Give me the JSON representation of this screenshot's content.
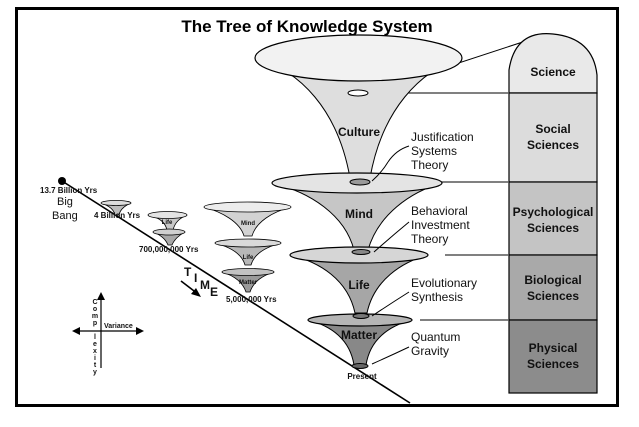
{
  "title": "The Tree of Knowledge System",
  "bands": [
    {
      "label": "Science",
      "color": "#e9e9e9"
    },
    {
      "label": "Social Sciences",
      "lines": [
        "Social",
        "Sciences"
      ],
      "color": "#dcdcdc"
    },
    {
      "label": "Psychological Sciences",
      "lines": [
        "Psychological",
        "Sciences"
      ],
      "color": "#c4c4c4"
    },
    {
      "label": "Biological Sciences",
      "lines": [
        "Biological",
        "Sciences"
      ],
      "color": "#a9a9a9"
    },
    {
      "label": "Physical Sciences",
      "lines": [
        "Physical",
        "Sciences"
      ],
      "color": "#8c8c8c"
    }
  ],
  "funnels": [
    {
      "label": "Culture",
      "color": "#dedede"
    },
    {
      "label": "Mind",
      "color": "#c6c6c6"
    },
    {
      "label": "Life",
      "color": "#a6a6a6"
    },
    {
      "label": "Matter",
      "color": "#888888"
    }
  ],
  "theories": [
    {
      "label": "Justification Systems Theory",
      "lines": [
        "Justification",
        "Systems",
        "Theory"
      ]
    },
    {
      "label": "Behavioral Investment Theory",
      "lines": [
        "Behavioral",
        "Investment",
        "Theory"
      ]
    },
    {
      "label": "Evolutionary Synthesis",
      "lines": [
        "Evolutionary",
        "Synthesis"
      ]
    },
    {
      "label": "Quantum Gravity",
      "lines": [
        "Quantum",
        "Gravity"
      ]
    }
  ],
  "timeline": {
    "big_bang_date": "13.7 Billion Yrs",
    "big_bang_lines": [
      "Big",
      "Bang"
    ],
    "four_billion": "4 Billion Yrs",
    "seven_hundred_million": "700,000,000 Yrs",
    "five_million": "5,000,000 Yrs",
    "present": "Present",
    "time_letters": [
      "T",
      "I",
      "M",
      "E"
    ]
  },
  "mini_labels": {
    "mind": "Mind",
    "life": "Life",
    "matter": "Matter"
  },
  "axes": {
    "vertical_letters": [
      "C",
      "o",
      "m",
      "p",
      "l",
      "e",
      "x",
      "i",
      "t",
      "y"
    ],
    "horizontal": "Variance"
  }
}
